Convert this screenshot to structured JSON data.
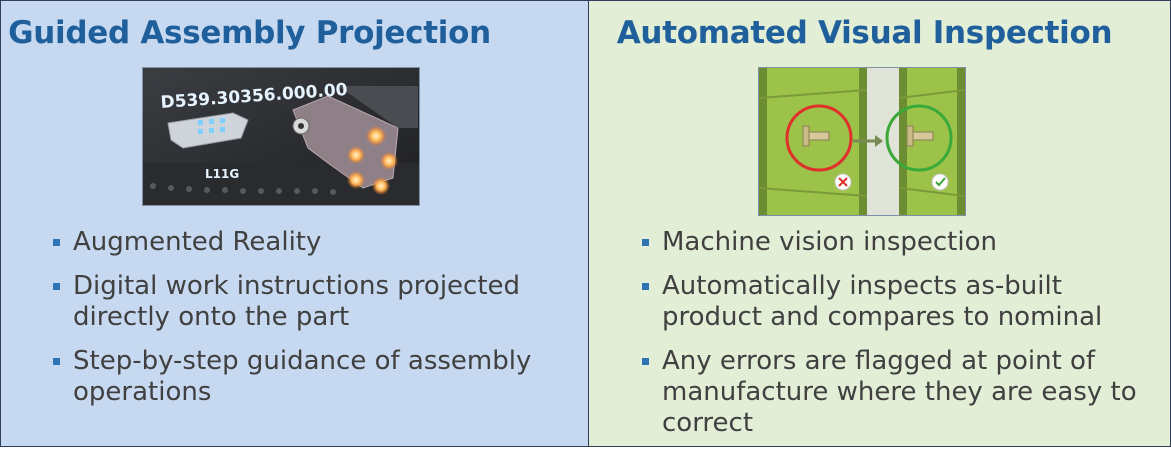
{
  "left_panel": {
    "title": "Guided Assembly Projection",
    "image": {
      "projected_code": "D539.30356.000.00",
      "part_label": "L11G"
    },
    "bullets": [
      "Augmented Reality",
      "Digital work instructions projected directly onto the part",
      "Step-by-step guidance of assembly operations"
    ]
  },
  "right_panel": {
    "title": "Automated Visual Inspection",
    "image": {
      "fail_icon": "x-circle-icon",
      "pass_icon": "check-circle-icon",
      "fail_color": "#e0302a",
      "pass_color": "#3aa93a"
    },
    "bullets": [
      "Machine vision inspection",
      "Automatically inspects as-built product and compares to nominal",
      "Any errors are flagged at point of manufacture where they are easy to correct"
    ]
  },
  "colors": {
    "left_bg": "#c6d9f0",
    "right_bg": "#e3eed6",
    "title": "#1f5f9b",
    "bullet": "#2e75b6"
  }
}
